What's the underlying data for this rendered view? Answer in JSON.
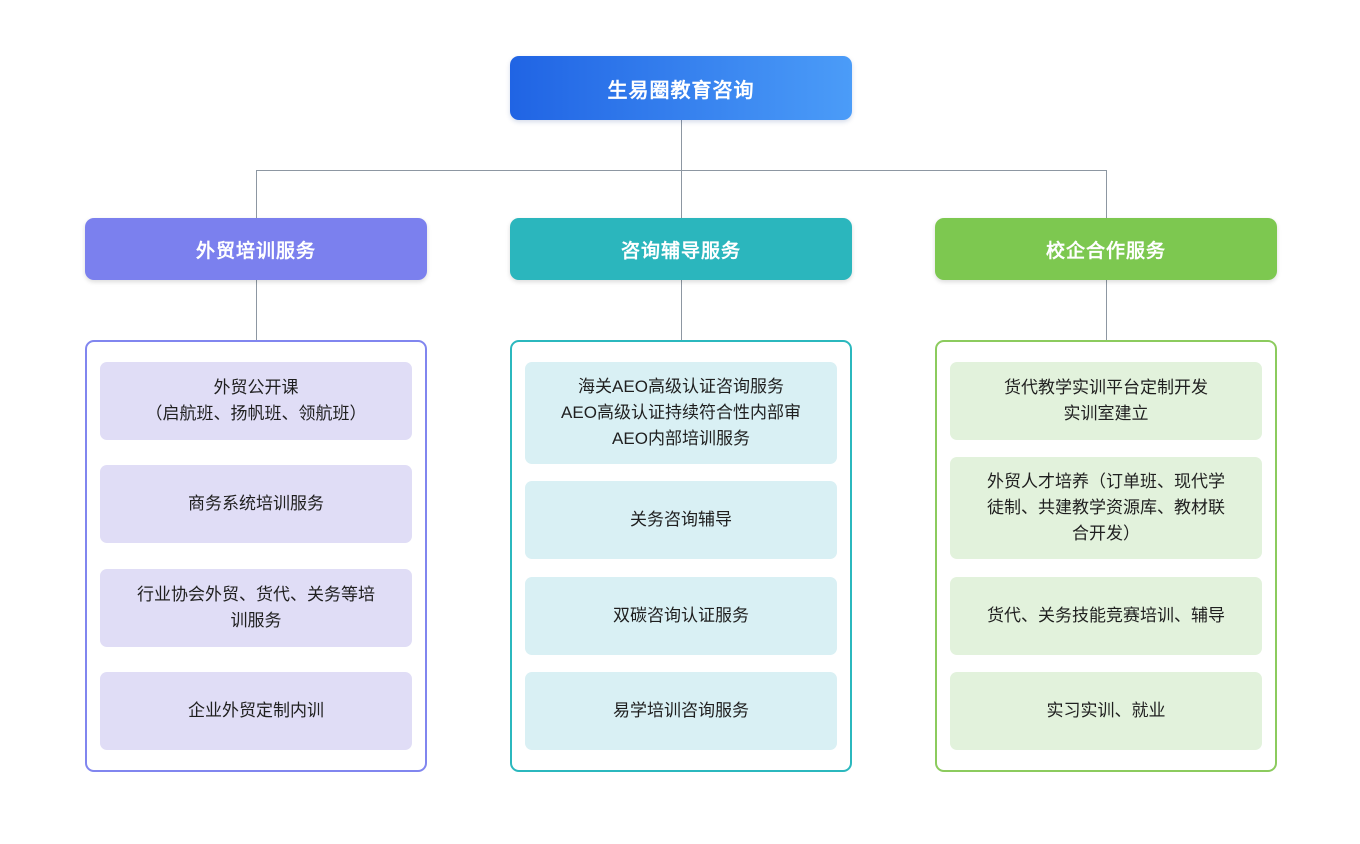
{
  "title": "生易圈教育咨询",
  "root": {
    "label": "生易圈教育咨询"
  },
  "branches": [
    {
      "label": "外贸培训服务",
      "items": [
        "外贸公开课\n（启航班、扬帆班、领航班）",
        "商务系统培训服务",
        "行业协会外贸、货代、关务等培\n训服务",
        "企业外贸定制内训"
      ]
    },
    {
      "label": "咨询辅导服务",
      "items": [
        "海关AEO高级认证咨询服务\nAEO高级认证持续符合性内部审\nAEO内部培训服务",
        "关务咨询辅导",
        "双碳咨询认证服务",
        "易学培训咨询服务"
      ]
    },
    {
      "label": "校企合作服务",
      "items": [
        "货代教学实训平台定制开发\n实训室建立",
        "外贸人才培养（订单班、现代学\n徒制、共建教学资源库、教材联\n合开发）",
        "货代、关务技能竞赛培训、辅导",
        "实习实训、就业"
      ]
    }
  ],
  "palette": {
    "root_gradient_start": "#2064E4",
    "root_gradient_end": "#4B9CF8",
    "branch_1_header": "#7B80EE",
    "branch_2_header": "#2BB6BD",
    "branch_3_header": "#7DC850",
    "branch_1_border": "#8186EF",
    "branch_2_border": "#2BB8BE",
    "branch_3_border": "#8CCB5E",
    "branch_1_item_bg": "#E0DDF6",
    "branch_2_item_bg": "#D9F0F4",
    "branch_3_item_bg": "#E2F2DC",
    "connector_line": "#8D97A2",
    "text_on_color": "#FFFFFF",
    "item_text": "#1F1F1F"
  }
}
